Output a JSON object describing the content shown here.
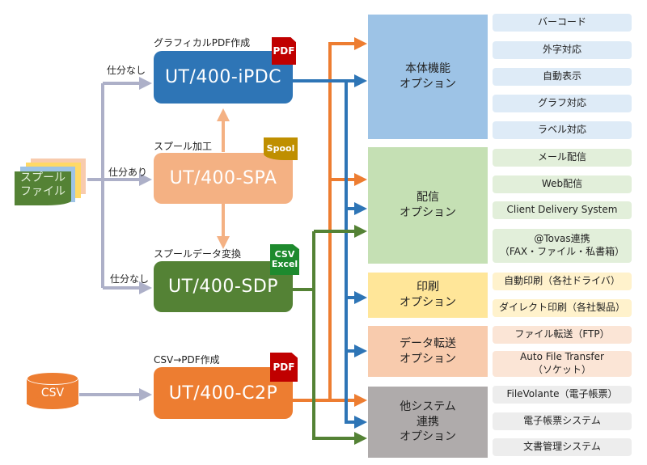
{
  "source": {
    "spool_file": "スプール\nファイル",
    "csv": "CSV"
  },
  "branches": {
    "top": "仕分なし",
    "middle": "仕分あり",
    "bottom": "仕分なし"
  },
  "products": [
    {
      "id": "ipdc",
      "label": "グラフィカルPDF作成",
      "name": "UT/400-iPDC",
      "badge": "PDF",
      "color": "#2e75b6",
      "badge_color": "#c00000"
    },
    {
      "id": "spa",
      "label": "スプール加工",
      "name": "UT/400-SPA",
      "badge": "Spool",
      "color": "#f4b183",
      "badge_color": "#bf8f00"
    },
    {
      "id": "sdp",
      "label": "スプールデータ変換",
      "name": "UT/400-SDP",
      "badge": "CSV\nExcel",
      "color": "#548235",
      "badge_color": "#1e8a2e"
    },
    {
      "id": "c2p",
      "label": "CSV→PDF作成",
      "name": "UT/400-C2P",
      "badge": "PDF",
      "color": "#ed7d31",
      "badge_color": "#c00000"
    }
  ],
  "categories": [
    {
      "id": "main",
      "label": "本体機能\nオプション",
      "color": "#9dc3e6",
      "option_color": "#deebf7",
      "options": [
        "バーコード",
        "外字対応",
        "自動表示",
        "グラフ対応",
        "ラベル対応"
      ]
    },
    {
      "id": "delivery",
      "label": "配信\nオプション",
      "color": "#c5e0b4",
      "option_color": "#e2efda",
      "options": [
        "メール配信",
        "Web配信",
        "Client Delivery System",
        "@Tovas連携\n（FAX・ファイル・私書箱）"
      ]
    },
    {
      "id": "print",
      "label": "印刷\nオプション",
      "color": "#ffe699",
      "option_color": "#fff2cc",
      "options": [
        "自動印刷（各社ドライバ）",
        "ダイレクト印刷（各社製品）"
      ]
    },
    {
      "id": "transfer",
      "label": "データ転送\nオプション",
      "color": "#f8cbad",
      "option_color": "#fbe5d6",
      "options": [
        "ファイル転送（FTP）",
        "Auto File Transfer\n（ソケット）"
      ]
    },
    {
      "id": "other",
      "label": "他システム\n連携\nオプション",
      "color": "#afabab",
      "option_color": "#ededed",
      "options": [
        "FileVolante（電子帳票）",
        "電子帳票システム",
        "文書管理システム"
      ]
    }
  ],
  "colors": {
    "gray_arrow": "#adb0c8",
    "blue_line": "#2e75b6",
    "orange_line": "#ed7d31",
    "green_line": "#548235",
    "spa_arrow": "#f4b183"
  }
}
